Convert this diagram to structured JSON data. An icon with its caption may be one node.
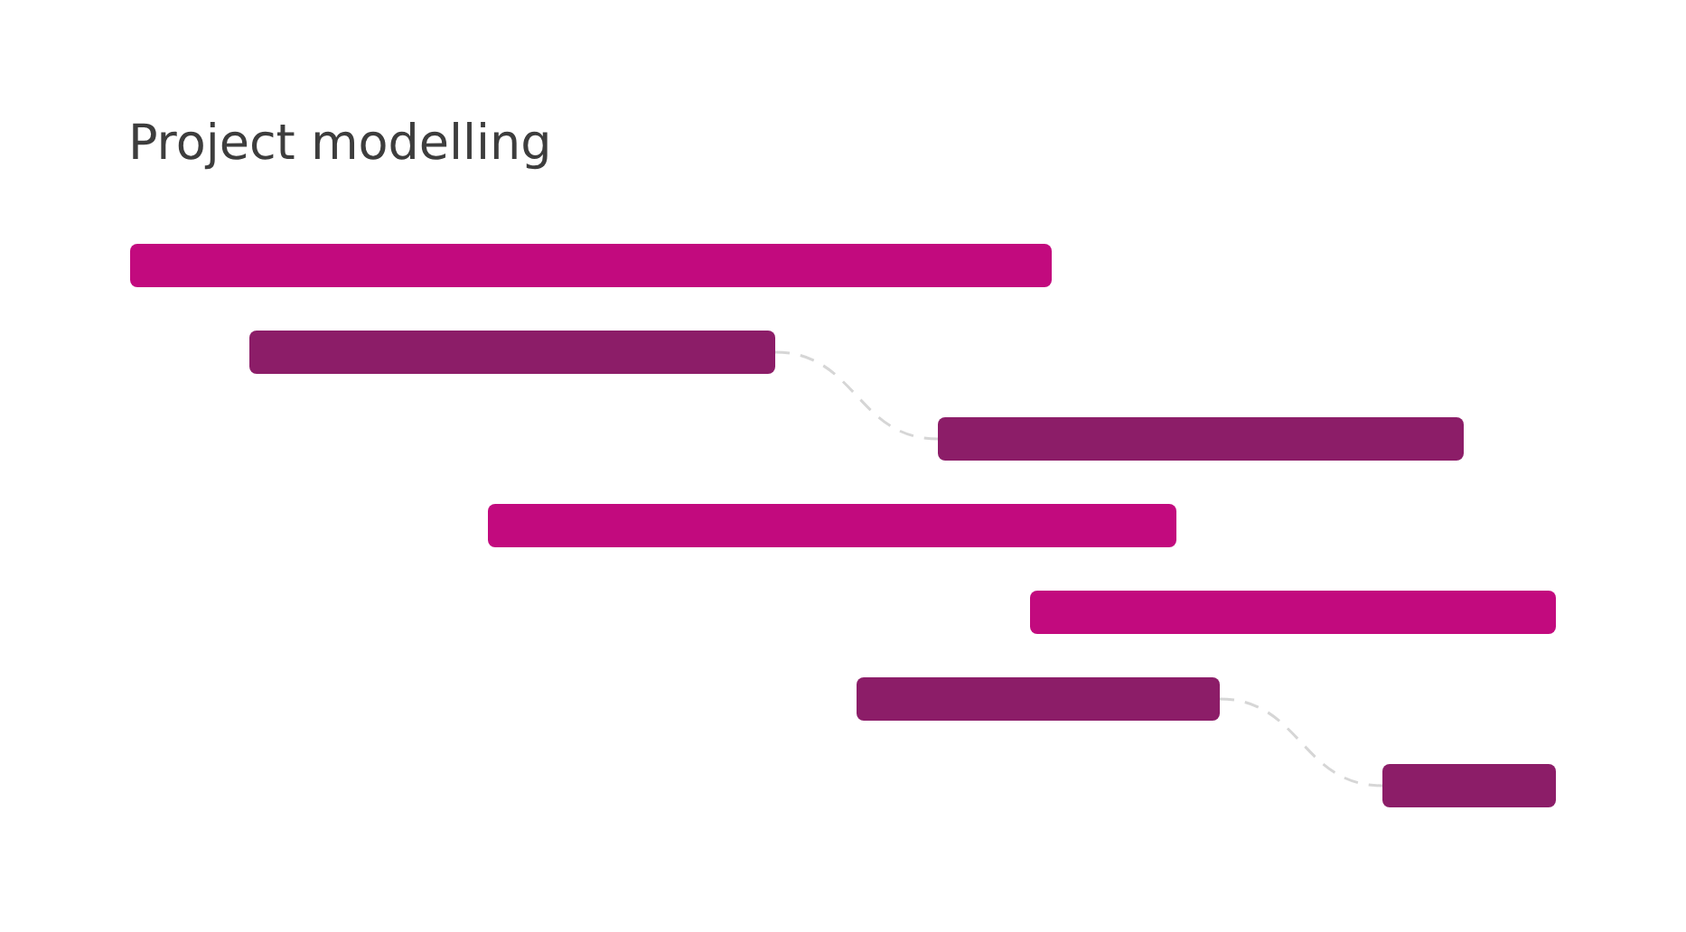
{
  "diagram": {
    "title": "Project modelling",
    "nodes": [
      {
        "text": [],
        "shape": "bar"
      },
      {
        "text": [],
        "shape": "bar"
      },
      {
        "text": [],
        "shape": "bar"
      },
      {
        "text": [],
        "shape": "bar"
      },
      {
        "text": [],
        "shape": "bar"
      },
      {
        "text": [],
        "shape": "bar"
      },
      {
        "text": [],
        "shape": "bar"
      }
    ],
    "edges": [
      {
        "from": 1,
        "to": 2,
        "arrow": "none",
        "style": "dashed"
      },
      {
        "from": 5,
        "to": 6,
        "arrow": "none",
        "style": "dashed"
      }
    ]
  }
}
